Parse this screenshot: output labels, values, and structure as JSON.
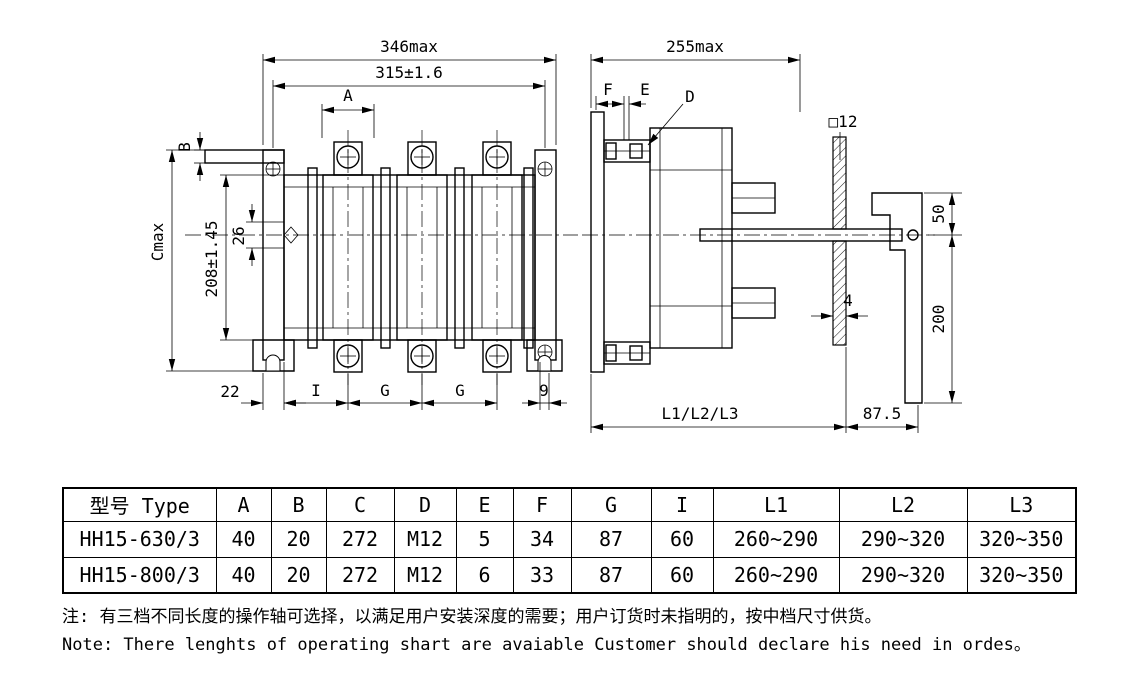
{
  "drawing": {
    "front": {
      "d346": "346max",
      "d315": "315±1.6",
      "dA": "A",
      "dB": "B",
      "dCmax": "Cmax",
      "d208": "208±1.45",
      "d26": "26",
      "d22": "22",
      "dI": "I",
      "dG1": "G",
      "dG2": "G",
      "d9": "9"
    },
    "side": {
      "d255": "255max",
      "dF": "F",
      "dE": "E",
      "dD": "D",
      "d12": "□12",
      "d50": "50",
      "d200": "200",
      "d4": "4",
      "dL": "L1/L2/L3",
      "d875": "87.5"
    }
  },
  "table": {
    "headers": [
      "型号 Type",
      "A",
      "B",
      "C",
      "D",
      "E",
      "F",
      "G",
      "I",
      "L1",
      "L2",
      "L3"
    ],
    "rows": [
      [
        "HH15-630/3",
        "40",
        "20",
        "272",
        "M12",
        "5",
        "34",
        "87",
        "60",
        "260~290",
        "290~320",
        "320~350"
      ],
      [
        "HH15-800/3",
        "40",
        "20",
        "272",
        "M12",
        "6",
        "33",
        "87",
        "60",
        "260~290",
        "290~320",
        "320~350"
      ]
    ]
  },
  "notes": {
    "cn": "注: 有三档不同长度的操作轴可选择，以满足用户安装深度的需要；用户订货时未指明的，按中档尺寸供货。",
    "en": "Note: There lenghts of operating shart are avaiable Customer should declare his need in ordes。"
  }
}
